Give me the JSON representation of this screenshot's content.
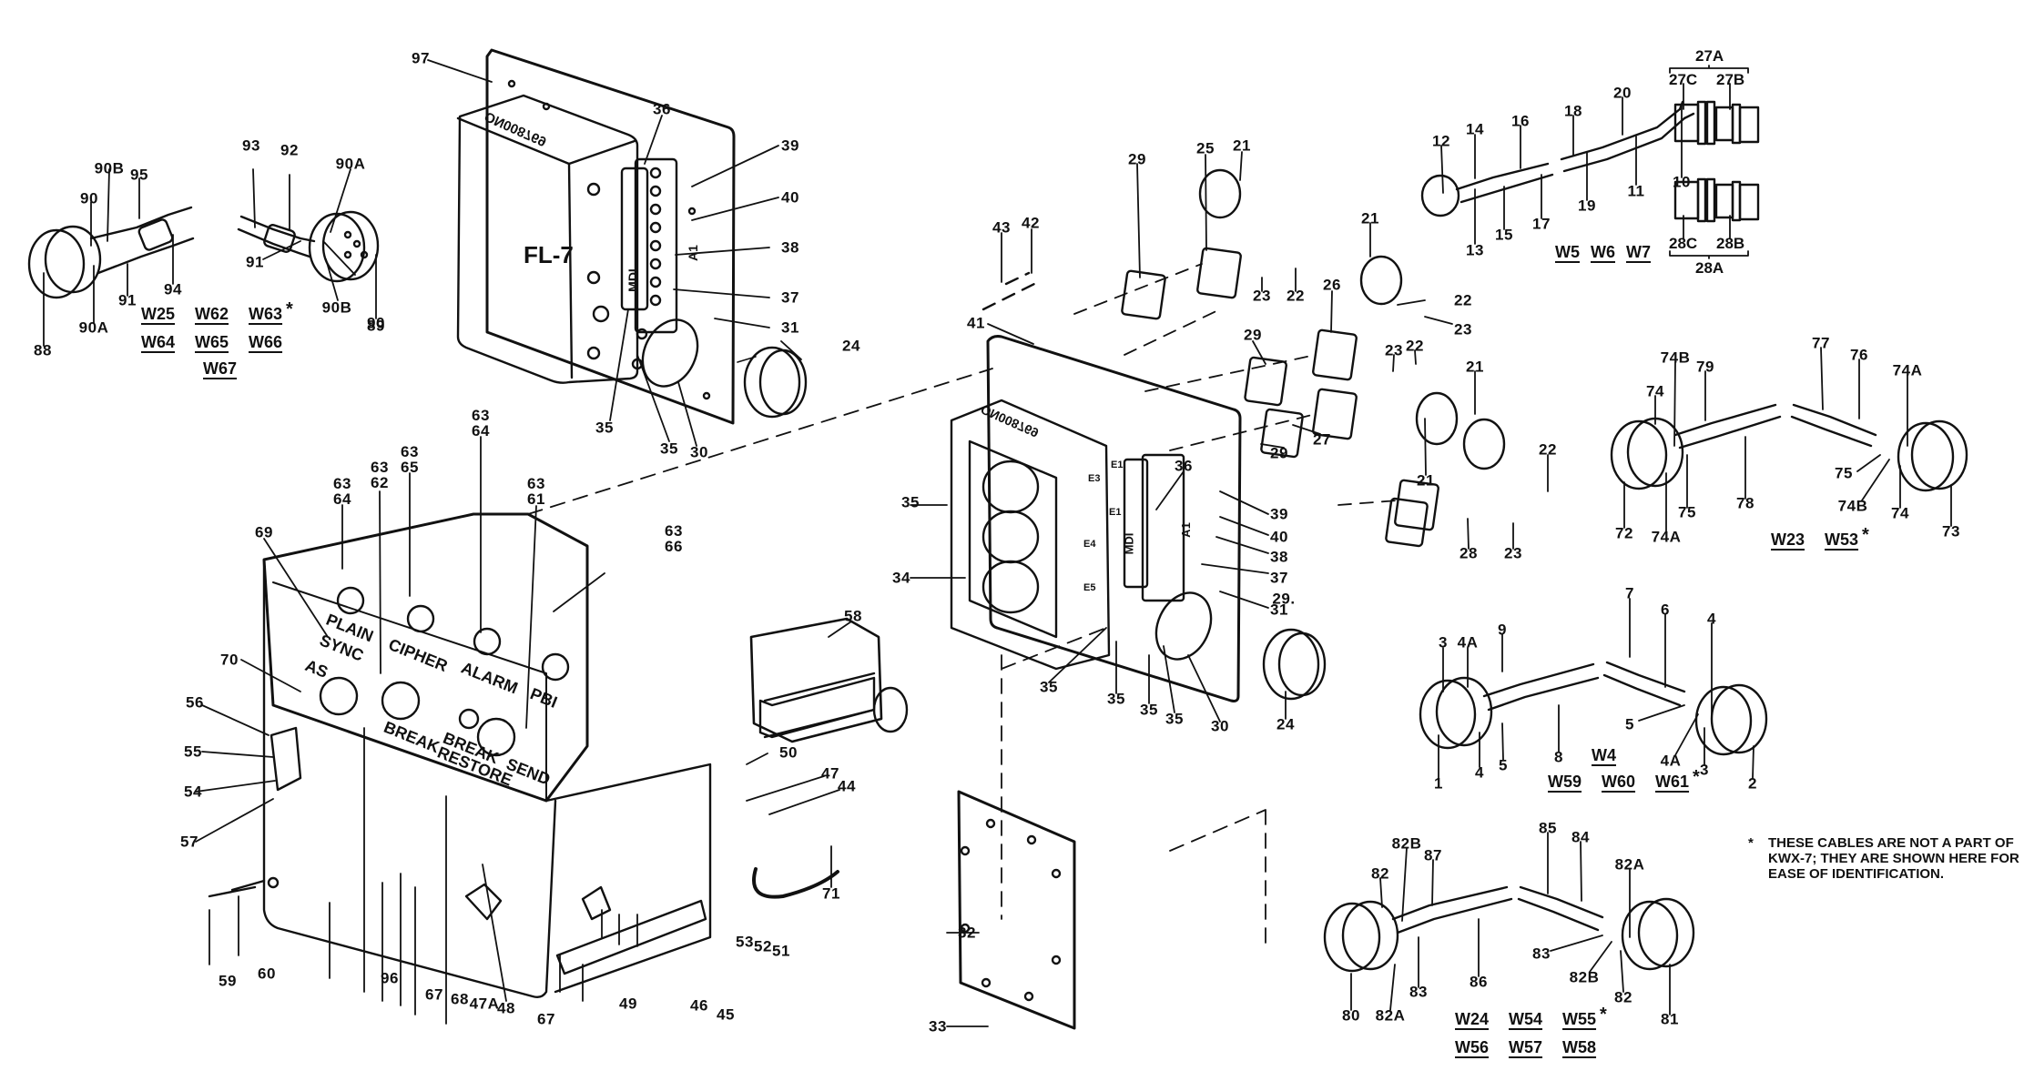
{
  "figure": {
    "type": "exploded parts diagram",
    "subject": "KWX-7 assembly with cables"
  },
  "module_labels": {
    "fl7_box": "FL-7",
    "fl7_serial_top": "ON008769",
    "mdi_connector": "MDI",
    "a1_connector": "A1",
    "rear_box_serial": "ON008769",
    "terminals": [
      "E3",
      "E1",
      "E1",
      "E4",
      "E5"
    ]
  },
  "front_panel": {
    "labels": [
      "PLAIN",
      "SYNC",
      "AS",
      "CIPHER",
      "ALARM",
      "PBI",
      "BREAK",
      "BREAK",
      "RESTORE",
      "SEND"
    ]
  },
  "cable_groups": [
    {
      "name": "cable-88-89",
      "ids_row1": [
        "W25",
        "W62",
        "W63"
      ],
      "ids_row2": [
        "W64",
        "W65",
        "W66"
      ],
      "ids_row3": [
        "W67"
      ],
      "starred": "W63"
    },
    {
      "name": "cable-12-10",
      "ids_row1": [
        "W5",
        "W6",
        "W7"
      ],
      "ids_row2": [],
      "ids_row3": [],
      "starred": ""
    },
    {
      "name": "cable-72-73",
      "ids_row1": [
        "W23",
        "W53"
      ],
      "ids_row2": [],
      "ids_row3": [],
      "starred": "W53"
    },
    {
      "name": "cable-1-2",
      "ids_row1": [
        "W4"
      ],
      "ids_row2": [
        "W59",
        "W60",
        "W61"
      ],
      "ids_row3": [],
      "starred": "W61"
    },
    {
      "name": "cable-80-81",
      "ids_row1": [
        "W24",
        "W54",
        "W55"
      ],
      "ids_row2": [
        "W56",
        "W57",
        "W58"
      ],
      "ids_row3": [],
      "starred": "W55"
    }
  ],
  "plug_adapters": {
    "top_group": "27A",
    "top_left": "27C",
    "top_right": "27B",
    "bottom_group": "28A",
    "bottom_left": "28C",
    "bottom_right": "28B"
  },
  "footnote": {
    "asterisk": "*",
    "text": "THESE CABLES ARE NOT A PART OF KWX-7; THEY ARE SHOWN HERE FOR EASE OF IDENTIFICATION."
  },
  "callouts": [
    {
      "id": "c97",
      "text": "97"
    },
    {
      "id": "c36a",
      "text": "36"
    },
    {
      "id": "c39a",
      "text": "39"
    },
    {
      "id": "c40a",
      "text": "40"
    },
    {
      "id": "c38a",
      "text": "38"
    },
    {
      "id": "c37a",
      "text": "37"
    },
    {
      "id": "c31a",
      "text": "31"
    },
    {
      "id": "c35a",
      "text": "35"
    },
    {
      "id": "c35b",
      "text": "35"
    },
    {
      "id": "c30a",
      "text": "30"
    },
    {
      "id": "c24a",
      "text": "24"
    },
    {
      "id": "c41",
      "text": "41"
    },
    {
      "id": "c90a",
      "text": "90"
    },
    {
      "id": "c90b1",
      "text": "90B"
    },
    {
      "id": "c95",
      "text": "95"
    },
    {
      "id": "c93",
      "text": "93"
    },
    {
      "id": "c92",
      "text": "92"
    },
    {
      "id": "c90a1",
      "text": "90A"
    },
    {
      "id": "c91a",
      "text": "91"
    },
    {
      "id": "c94",
      "text": "94"
    },
    {
      "id": "c91b",
      "text": "91"
    },
    {
      "id": "c90b2",
      "text": "90B"
    },
    {
      "id": "c90b",
      "text": "90"
    },
    {
      "id": "c88",
      "text": "88"
    },
    {
      "id": "c90a2",
      "text": "90A"
    },
    {
      "id": "c89",
      "text": "89"
    },
    {
      "id": "c43",
      "text": "43"
    },
    {
      "id": "c42",
      "text": "42"
    },
    {
      "id": "c29a",
      "text": "29"
    },
    {
      "id": "c25",
      "text": "25"
    },
    {
      "id": "c21a",
      "text": "21"
    },
    {
      "id": "c23a",
      "text": "23"
    },
    {
      "id": "c22a",
      "text": "22"
    },
    {
      "id": "c21b",
      "text": "21"
    },
    {
      "id": "c26",
      "text": "26"
    },
    {
      "id": "c22b",
      "text": "22"
    },
    {
      "id": "c23b",
      "text": "23"
    },
    {
      "id": "c23c",
      "text": "23"
    },
    {
      "id": "c22c",
      "text": "22"
    },
    {
      "id": "c29b",
      "text": "29"
    },
    {
      "id": "c27",
      "text": "27"
    },
    {
      "id": "c21c",
      "text": "21"
    },
    {
      "id": "c29c",
      "text": "29"
    },
    {
      "id": "c21d",
      "text": "21"
    },
    {
      "id": "c22d",
      "text": "22"
    },
    {
      "id": "c23d",
      "text": "23"
    },
    {
      "id": "c28",
      "text": "28"
    },
    {
      "id": "c29d",
      "text": "29."
    },
    {
      "id": "c12",
      "text": "12"
    },
    {
      "id": "c14",
      "text": "14"
    },
    {
      "id": "c16",
      "text": "16"
    },
    {
      "id": "c18",
      "text": "18"
    },
    {
      "id": "c20",
      "text": "20"
    },
    {
      "id": "c13",
      "text": "13"
    },
    {
      "id": "c15",
      "text": "15"
    },
    {
      "id": "c17",
      "text": "17"
    },
    {
      "id": "c19",
      "text": "19"
    },
    {
      "id": "c11",
      "text": "11"
    },
    {
      "id": "c10",
      "text": "10"
    },
    {
      "id": "c74a",
      "text": "74"
    },
    {
      "id": "c74b1",
      "text": "74B"
    },
    {
      "id": "c79",
      "text": "79"
    },
    {
      "id": "c77",
      "text": "77"
    },
    {
      "id": "c76",
      "text": "76"
    },
    {
      "id": "c74a1",
      "text": "74A"
    },
    {
      "id": "c72",
      "text": "72"
    },
    {
      "id": "c74a2",
      "text": "74A"
    },
    {
      "id": "c75a",
      "text": "75"
    },
    {
      "id": "c78",
      "text": "78"
    },
    {
      "id": "c75b",
      "text": "75"
    },
    {
      "id": "c74b2",
      "text": "74B"
    },
    {
      "id": "c74b",
      "text": "74"
    },
    {
      "id": "c73",
      "text": "73"
    },
    {
      "id": "c36b",
      "text": "36"
    },
    {
      "id": "c39b",
      "text": "39"
    },
    {
      "id": "c40b",
      "text": "40"
    },
    {
      "id": "c38b",
      "text": "38"
    },
    {
      "id": "c37b",
      "text": "37"
    },
    {
      "id": "c31b",
      "text": "31"
    },
    {
      "id": "c35c",
      "text": "35"
    },
    {
      "id": "c34",
      "text": "34"
    },
    {
      "id": "c35d",
      "text": "35"
    },
    {
      "id": "c35e",
      "text": "35"
    },
    {
      "id": "c35f",
      "text": "35"
    },
    {
      "id": "c35g",
      "text": "35"
    },
    {
      "id": "c30b",
      "text": "30"
    },
    {
      "id": "c24b",
      "text": "24"
    },
    {
      "id": "c3a",
      "text": "3"
    },
    {
      "id": "c4aa",
      "text": "4A"
    },
    {
      "id": "c9",
      "text": "9"
    },
    {
      "id": "c7",
      "text": "7"
    },
    {
      "id": "c6",
      "text": "6"
    },
    {
      "id": "c4a",
      "text": "4"
    },
    {
      "id": "c1",
      "text": "1"
    },
    {
      "id": "c4b",
      "text": "4"
    },
    {
      "id": "c5a",
      "text": "5"
    },
    {
      "id": "c8",
      "text": "8"
    },
    {
      "id": "c5b",
      "text": "5"
    },
    {
      "id": "c4ab",
      "text": "4A"
    },
    {
      "id": "c3b",
      "text": "3"
    },
    {
      "id": "c2",
      "text": "2"
    },
    {
      "id": "c82a",
      "text": "82"
    },
    {
      "id": "c82b1",
      "text": "82B"
    },
    {
      "id": "c87",
      "text": "87"
    },
    {
      "id": "c85",
      "text": "85"
    },
    {
      "id": "c84",
      "text": "84"
    },
    {
      "id": "c82a1",
      "text": "82A"
    },
    {
      "id": "c80",
      "text": "80"
    },
    {
      "id": "c82a2",
      "text": "82A"
    },
    {
      "id": "c83a",
      "text": "83"
    },
    {
      "id": "c86",
      "text": "86"
    },
    {
      "id": "c83b",
      "text": "83"
    },
    {
      "id": "c82b2",
      "text": "82B"
    },
    {
      "id": "c82b",
      "text": "82"
    },
    {
      "id": "c81",
      "text": "81"
    },
    {
      "id": "c6364a",
      "text": "63\n64"
    },
    {
      "id": "c6362",
      "text": "63\n62"
    },
    {
      "id": "c6365",
      "text": "63\n65"
    },
    {
      "id": "c6364b",
      "text": "63\n64"
    },
    {
      "id": "c6361",
      "text": "63\n61"
    },
    {
      "id": "c6366",
      "text": "63\n66"
    },
    {
      "id": "c69",
      "text": "69"
    },
    {
      "id": "c70",
      "text": "70"
    },
    {
      "id": "c56",
      "text": "56"
    },
    {
      "id": "c55",
      "text": "55"
    },
    {
      "id": "c54",
      "text": "54"
    },
    {
      "id": "c57",
      "text": "57"
    },
    {
      "id": "c59",
      "text": "59"
    },
    {
      "id": "c60",
      "text": "60"
    },
    {
      "id": "c96",
      "text": "96"
    },
    {
      "id": "c67a",
      "text": "67"
    },
    {
      "id": "c68",
      "text": "68"
    },
    {
      "id": "c47a",
      "text": "47A"
    },
    {
      "id": "c48",
      "text": "48"
    },
    {
      "id": "c67b",
      "text": "67"
    },
    {
      "id": "c49",
      "text": "49"
    },
    {
      "id": "c46",
      "text": "46"
    },
    {
      "id": "c45",
      "text": "45"
    },
    {
      "id": "c53",
      "text": "53"
    },
    {
      "id": "c52",
      "text": "52"
    },
    {
      "id": "c51",
      "text": "51"
    },
    {
      "id": "c50",
      "text": "50"
    },
    {
      "id": "c47",
      "text": "47"
    },
    {
      "id": "c44",
      "text": "44"
    },
    {
      "id": "c71",
      "text": "71"
    },
    {
      "id": "c58",
      "text": "58"
    },
    {
      "id": "c32",
      "text": "32"
    },
    {
      "id": "c33",
      "text": "33"
    }
  ]
}
